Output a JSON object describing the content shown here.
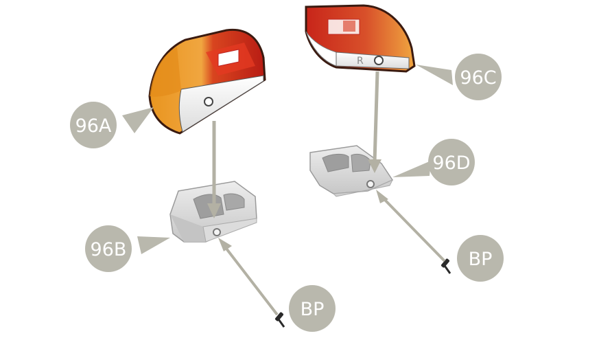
{
  "colors": {
    "callout_fill": "#b9b8ad",
    "callout_text": "#ffffff",
    "arrow": "#b3b1a4",
    "amber": "#e9951f",
    "red": "#c8251a",
    "housing": "#d9d9d9"
  },
  "callouts": [
    {
      "id": "96A",
      "label": "96A"
    },
    {
      "id": "96B",
      "label": "96B"
    },
    {
      "id": "96C",
      "label": "96C"
    },
    {
      "id": "96D",
      "label": "96D"
    },
    {
      "id": "BP1",
      "label": "BP"
    },
    {
      "id": "BP2",
      "label": "BP"
    }
  ],
  "parts": [
    {
      "id": "96A",
      "kind": "lens",
      "side": "left"
    },
    {
      "id": "96B",
      "kind": "housing",
      "side": "left"
    },
    {
      "id": "96C",
      "kind": "lens",
      "side": "right"
    },
    {
      "id": "96D",
      "kind": "housing",
      "side": "right"
    },
    {
      "id": "BP",
      "kind": "screw",
      "count": 2
    }
  ]
}
